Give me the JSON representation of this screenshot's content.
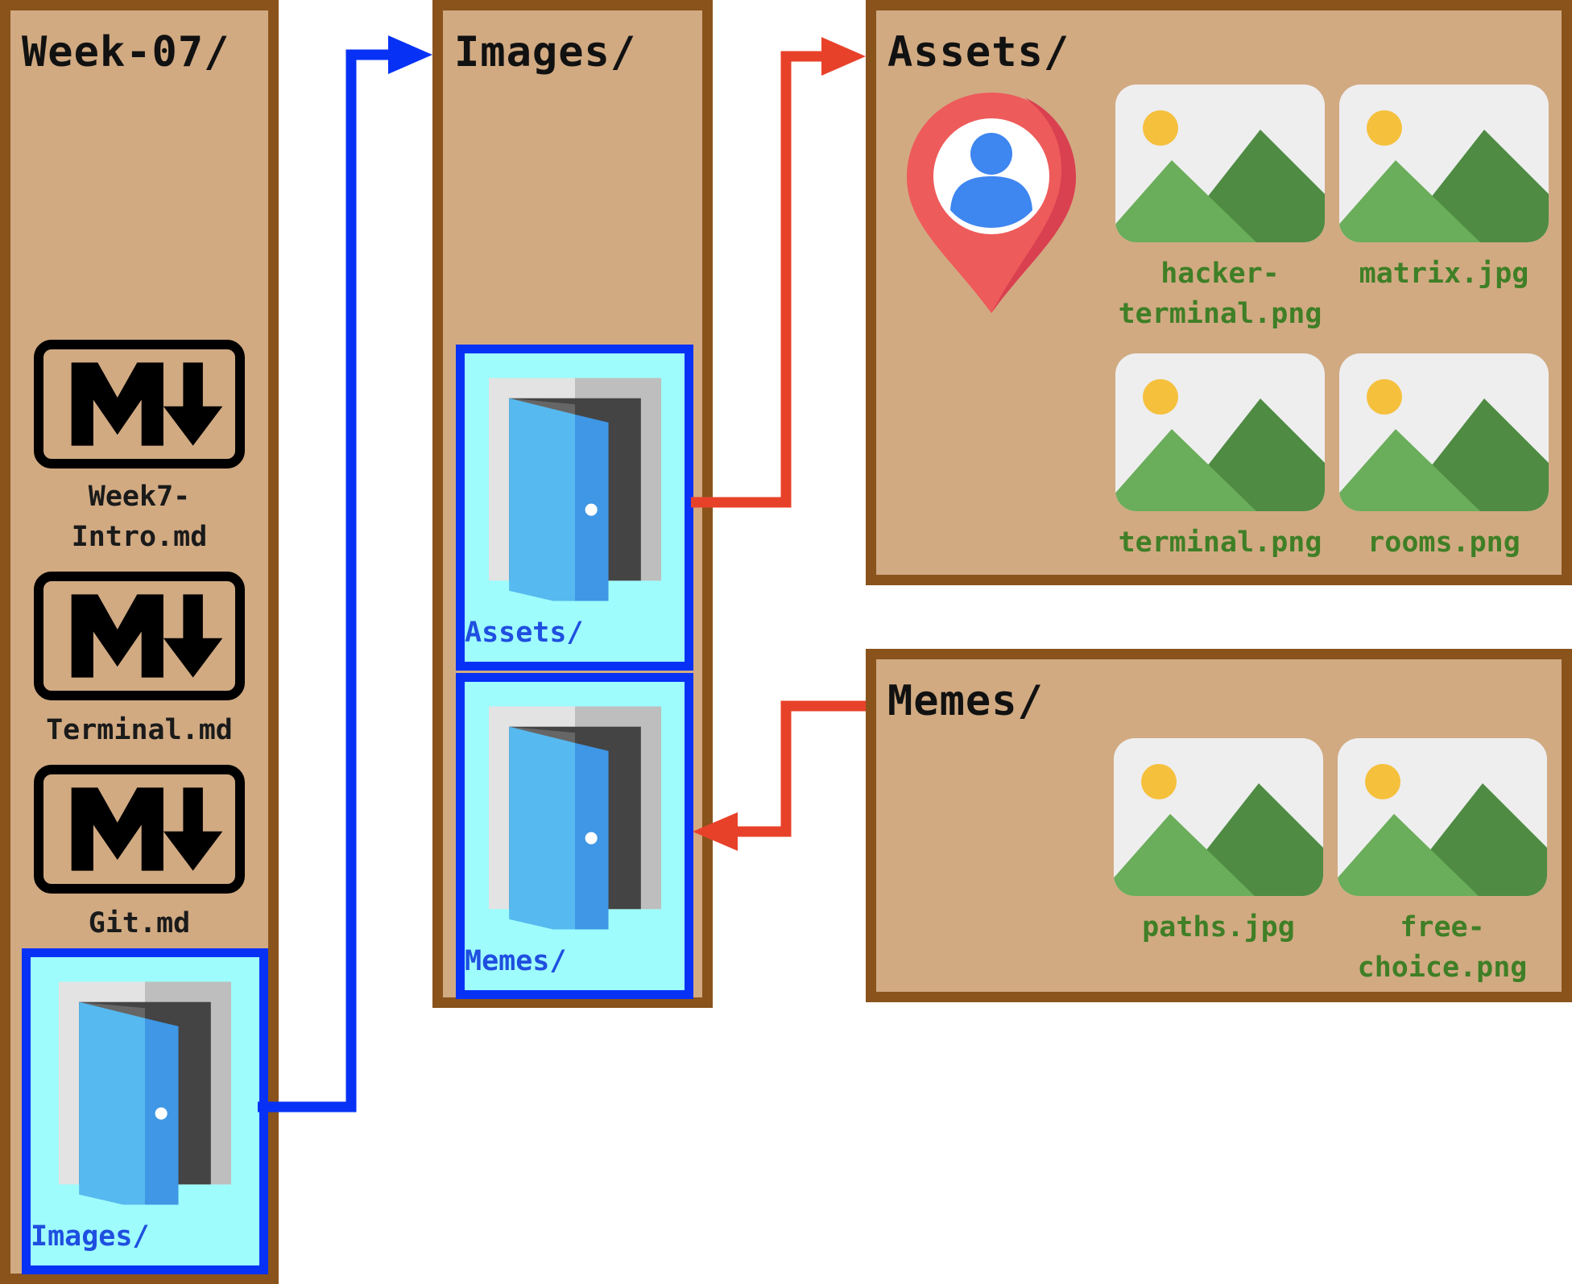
{
  "colors": {
    "panel_fill": "#d1aa82",
    "panel_border": "#8a531c",
    "folder_fill": "#9efcfc",
    "folder_border": "#0732f5",
    "arrow_blue": "#0732f5",
    "arrow_red": "#e8412a",
    "image_label": "#3f7f26",
    "folder_label": "#1f4fe0"
  },
  "week07": {
    "title": "Week-07/",
    "files": [
      {
        "label": "Week7-\nIntro.md",
        "icon": "markdown-icon"
      },
      {
        "label": "Terminal.md",
        "icon": "markdown-icon"
      },
      {
        "label": "Git.md",
        "icon": "markdown-icon"
      }
    ],
    "folder": {
      "label": "Images/",
      "icon": "open-door-icon"
    }
  },
  "images": {
    "title": "Images/",
    "folders": [
      {
        "label": "Assets/",
        "icon": "open-door-icon"
      },
      {
        "label": "Memes/",
        "icon": "open-door-icon"
      }
    ]
  },
  "assets": {
    "title": "Assets/",
    "marker_icon": "location-pin-user-icon",
    "images": [
      {
        "label": "hacker-\nterminal.png",
        "icon": "image-icon"
      },
      {
        "label": "matrix.jpg",
        "icon": "image-icon"
      },
      {
        "label": "terminal.png",
        "icon": "image-icon"
      },
      {
        "label": "rooms.png",
        "icon": "image-icon"
      }
    ]
  },
  "memes": {
    "title": "Memes/",
    "images": [
      {
        "label": "paths.jpg",
        "icon": "image-icon"
      },
      {
        "label": "free-\nchoice.png",
        "icon": "image-icon"
      }
    ]
  }
}
